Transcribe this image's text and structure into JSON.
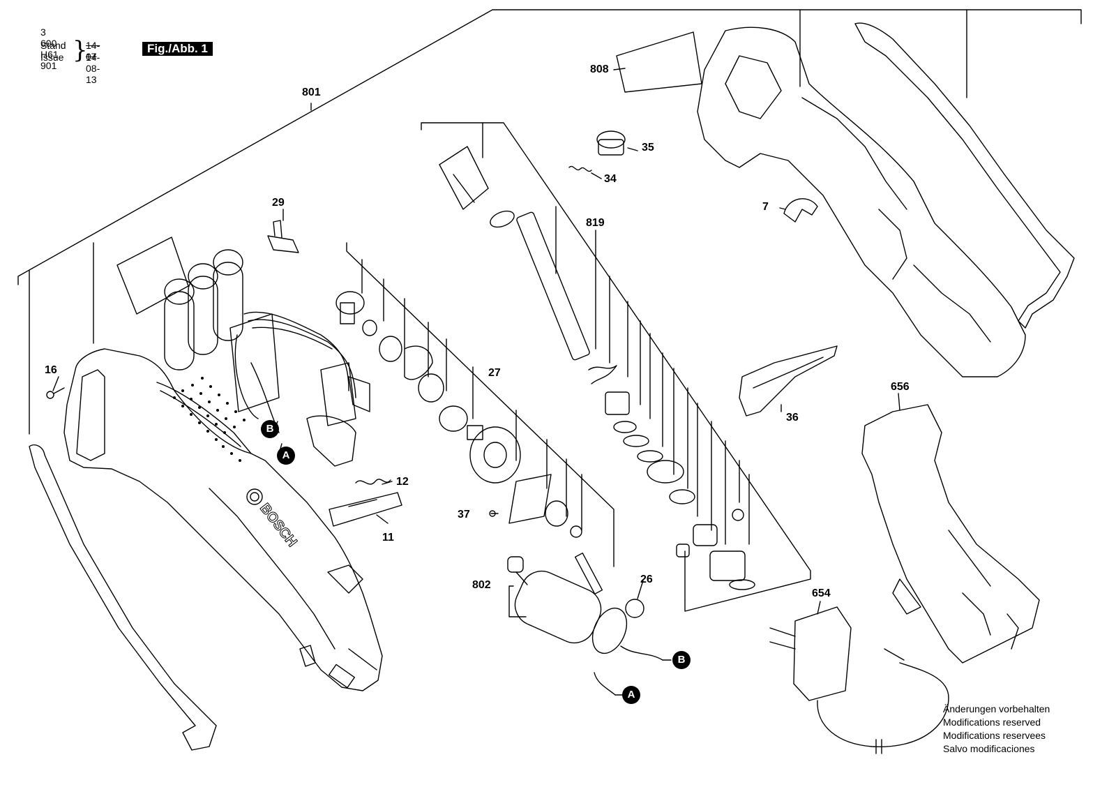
{
  "header": {
    "part_number": "3 600 H61 901",
    "stand_label": "Stand",
    "issue_label": "Issue",
    "old_date": "14-07",
    "new_date": "14-08-13",
    "figure_label": "Fig./Abb. 1"
  },
  "brand": "BOSCH",
  "part_labels": {
    "p801": "801",
    "p808": "808",
    "p35": "35",
    "p34": "34",
    "p7": "7",
    "p29": "29",
    "p819": "819",
    "p16": "16",
    "p27": "27",
    "p12": "12",
    "p11": "11",
    "p37": "37",
    "p802": "802",
    "p26": "26",
    "p36": "36",
    "p656": "656",
    "p654": "654"
  },
  "connector_markers": {
    "a": "A",
    "b": "B"
  },
  "footer": {
    "line1": "Änderungen vorbehalten",
    "line2": "Modifications reserved",
    "line3": "Modifications reservees",
    "line4": "Salvo modificaciones"
  }
}
